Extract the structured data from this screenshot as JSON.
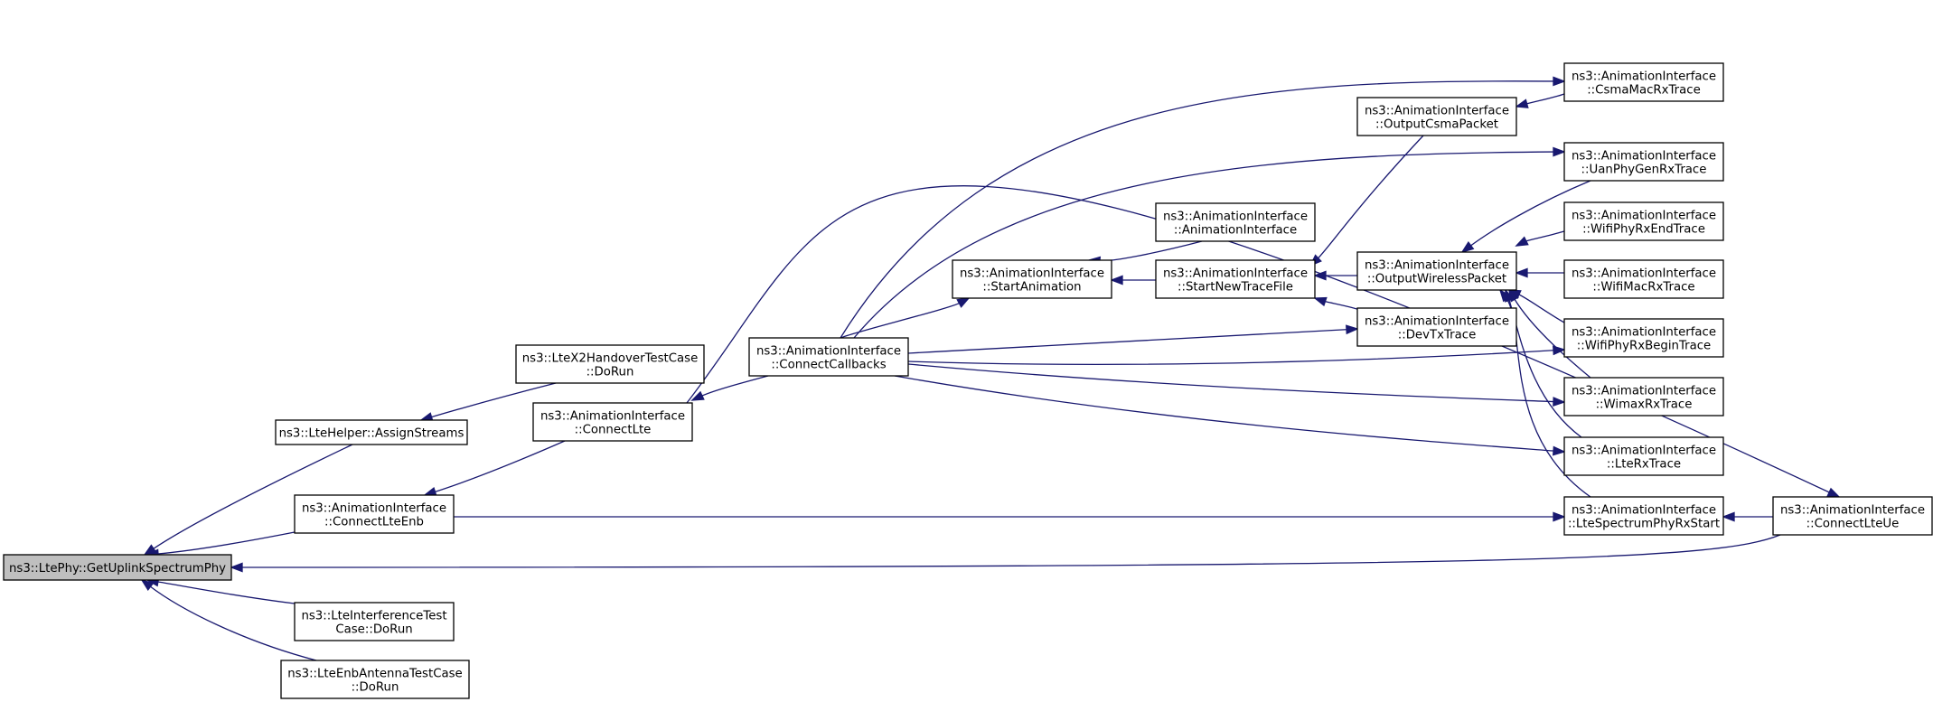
{
  "colors": {
    "edge": "#191970",
    "root_fill": "#bfbfbf",
    "node_fill": "#ffffff",
    "border": "#000000"
  },
  "nodes": {
    "root": {
      "lines": [
        "ns3::LtePhy::GetUplinkSpectrumPhy"
      ]
    },
    "assign": {
      "lines": [
        "ns3::LteHelper::AssignStreams"
      ]
    },
    "x2": {
      "lines": [
        "ns3::LteX2HandoverTestCase",
        "::DoRun"
      ]
    },
    "connectLteEnb": {
      "lines": [
        "ns3::AnimationInterface",
        "::ConnectLteEnb"
      ]
    },
    "connectLte": {
      "lines": [
        "ns3::AnimationInterface",
        "::ConnectLte"
      ]
    },
    "interf": {
      "lines": [
        "ns3::LteInterferenceTest",
        "Case::DoRun"
      ]
    },
    "antenna": {
      "lines": [
        "ns3::LteEnbAntennaTestCase",
        "::DoRun"
      ]
    },
    "callbacks": {
      "lines": [
        "ns3::AnimationInterface",
        "::ConnectCallbacks"
      ]
    },
    "startAnim": {
      "lines": [
        "ns3::AnimationInterface",
        "::StartAnimation"
      ]
    },
    "ctor": {
      "lines": [
        "ns3::AnimationInterface",
        "::AnimationInterface"
      ]
    },
    "newTrace": {
      "lines": [
        "ns3::AnimationInterface",
        "::StartNewTraceFile"
      ]
    },
    "csmaPacket": {
      "lines": [
        "ns3::AnimationInterface",
        "::OutputCsmaPacket"
      ]
    },
    "wirelessPacket": {
      "lines": [
        "ns3::AnimationInterface",
        "::OutputWirelessPacket"
      ]
    },
    "devTx": {
      "lines": [
        "ns3::AnimationInterface",
        "::DevTxTrace"
      ]
    },
    "csmaMac": {
      "lines": [
        "ns3::AnimationInterface",
        "::CsmaMacRxTrace"
      ]
    },
    "uanPhy": {
      "lines": [
        "ns3::AnimationInterface",
        "::UanPhyGenRxTrace"
      ]
    },
    "wifiRxEnd": {
      "lines": [
        "ns3::AnimationInterface",
        "::WifiPhyRxEndTrace"
      ]
    },
    "wifiMac": {
      "lines": [
        "ns3::AnimationInterface",
        "::WifiMacRxTrace"
      ]
    },
    "wifiRxBegin": {
      "lines": [
        "ns3::AnimationInterface",
        "::WifiPhyRxBeginTrace"
      ]
    },
    "wimax": {
      "lines": [
        "ns3::AnimationInterface",
        "::WimaxRxTrace"
      ]
    },
    "lteRx": {
      "lines": [
        "ns3::AnimationInterface",
        "::LteRxTrace"
      ]
    },
    "lteSpectrum": {
      "lines": [
        "ns3::AnimationInterface",
        "::LteSpectrumPhyRxStart"
      ]
    },
    "connectLteUe": {
      "lines": [
        "ns3::AnimationInterface",
        "::ConnectLteUe"
      ]
    }
  },
  "edges": [
    {
      "from": "assign",
      "to": "root"
    },
    {
      "from": "connectLteEnb",
      "to": "root"
    },
    {
      "from": "connectLteUe",
      "to": "root"
    },
    {
      "from": "interf",
      "to": "root"
    },
    {
      "from": "antenna",
      "to": "root"
    },
    {
      "from": "x2",
      "to": "assign"
    },
    {
      "from": "connectLte",
      "to": "connectLteEnb"
    },
    {
      "from": "callbacks",
      "to": "connectLte"
    },
    {
      "from": "callbacks",
      "to": "startAnim"
    },
    {
      "from": "callbacks",
      "to": "csmaMac"
    },
    {
      "from": "callbacks",
      "to": "uanPhy"
    },
    {
      "from": "callbacks",
      "to": "devTx"
    },
    {
      "from": "callbacks",
      "to": "wifiRxBegin"
    },
    {
      "from": "callbacks",
      "to": "wimax"
    },
    {
      "from": "callbacks",
      "to": "lteRx"
    },
    {
      "from": "connectLte",
      "to": "connectLteUe"
    },
    {
      "from": "ctor",
      "to": "startAnim"
    },
    {
      "from": "newTrace",
      "to": "startAnim"
    },
    {
      "from": "csmaPacket",
      "to": "newTrace"
    },
    {
      "from": "wirelessPacket",
      "to": "newTrace"
    },
    {
      "from": "devTx",
      "to": "newTrace"
    },
    {
      "from": "csmaMac",
      "to": "csmaPacket"
    },
    {
      "from": "uanPhy",
      "to": "wirelessPacket"
    },
    {
      "from": "wifiRxEnd",
      "to": "wirelessPacket"
    },
    {
      "from": "wifiMac",
      "to": "wirelessPacket"
    },
    {
      "from": "wifiRxBegin",
      "to": "wirelessPacket"
    },
    {
      "from": "wimax",
      "to": "wirelessPacket"
    },
    {
      "from": "lteRx",
      "to": "wirelessPacket"
    },
    {
      "from": "lteSpectrum",
      "to": "wirelessPacket"
    },
    {
      "from": "connectLteEnb",
      "to": "lteSpectrum"
    },
    {
      "from": "connectLteUe",
      "to": "lteSpectrum"
    }
  ]
}
